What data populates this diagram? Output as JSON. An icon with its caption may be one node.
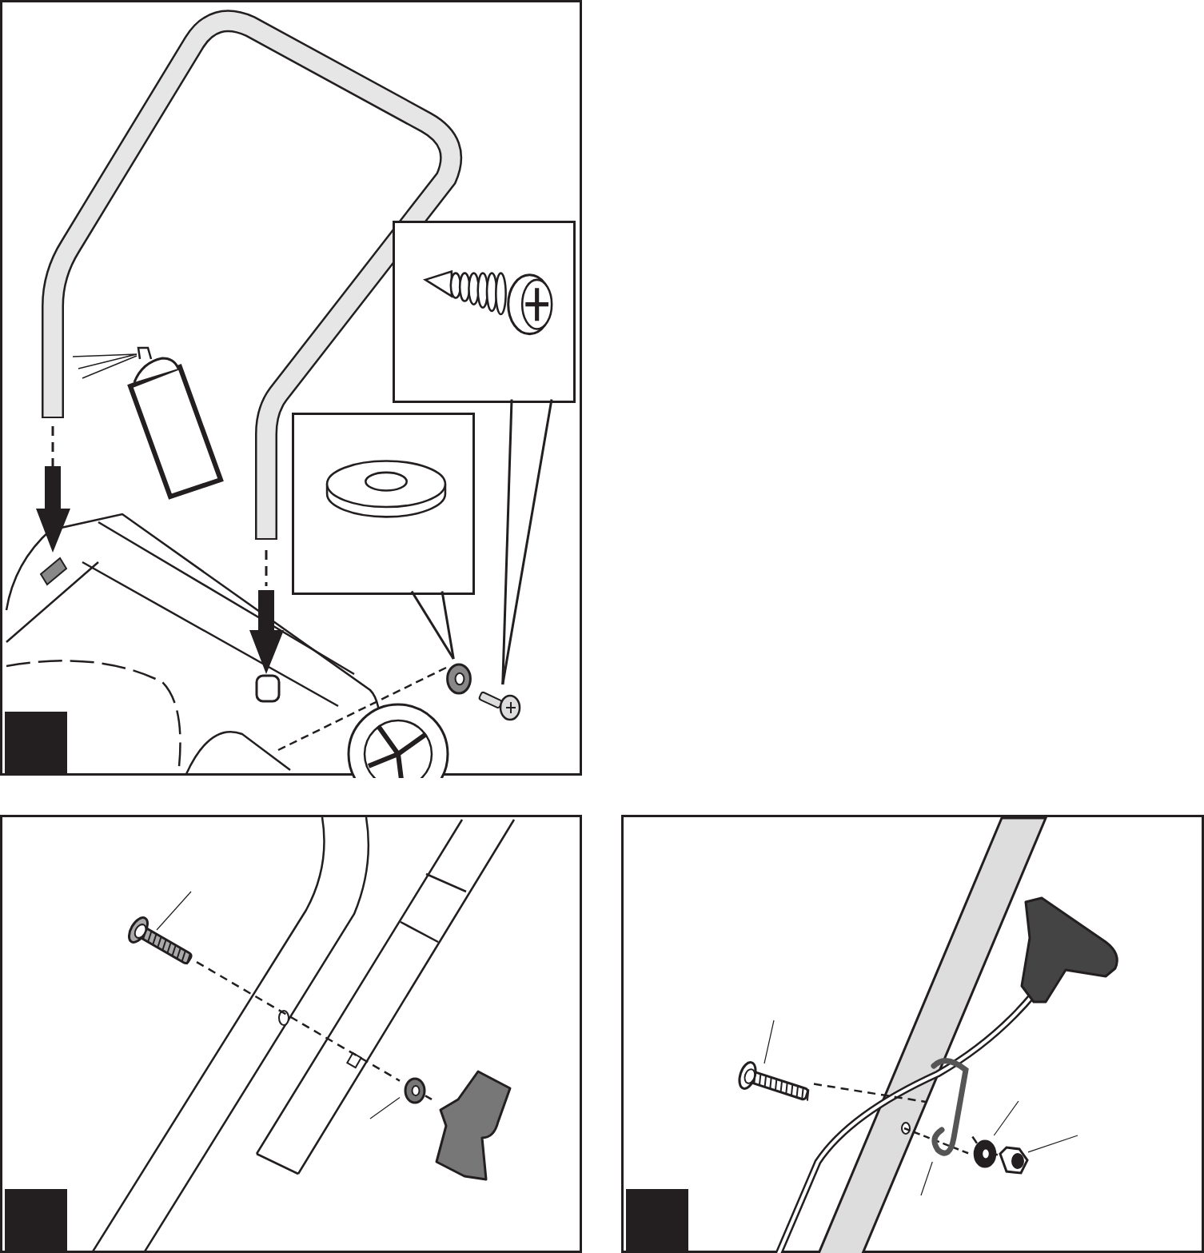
{
  "diagram": {
    "nodes": [
      {
        "text": [],
        "shape": "box"
      },
      {
        "text": [],
        "shape": "box",
        "in": 0
      },
      {
        "text": [],
        "shape": "box",
        "in": 0
      },
      {
        "text": [],
        "shape": "picture",
        "in": 0
      },
      {
        "text": [],
        "shape": "picture",
        "in": 0
      },
      {
        "text": [],
        "shape": "box"
      },
      {
        "text": [],
        "shape": "picture",
        "in": 5
      },
      {
        "text": [],
        "shape": "picture",
        "in": 5
      },
      {
        "text": [],
        "shape": "picture",
        "in": 5
      },
      {
        "text": [],
        "shape": "box"
      },
      {
        "text": [],
        "shape": "picture",
        "in": 9
      },
      {
        "text": [],
        "shape": "picture",
        "in": 9
      },
      {
        "text": [],
        "shape": "picture",
        "in": 9
      },
      {
        "text": [],
        "shape": "picture",
        "in": 9
      },
      {
        "text": [],
        "shape": "box",
        "in": 0
      },
      {
        "text": [],
        "shape": "box",
        "in": 5
      },
      {
        "text": [],
        "shape": "box",
        "in": 9
      }
    ],
    "edges": [
      {
        "from": 1,
        "to": 4,
        "arrow": "none"
      },
      {
        "from": 2,
        "to": 3,
        "arrow": "none"
      },
      {
        "from": null,
        "to": 6,
        "arrow": "none"
      },
      {
        "from": null,
        "to": 7,
        "arrow": "none"
      },
      {
        "from": 6,
        "to": 7,
        "arrow": "none",
        "style": "dashed"
      },
      {
        "from": 7,
        "to": 8,
        "arrow": "none",
        "style": "dashed"
      },
      {
        "from": null,
        "to": 10,
        "arrow": "none"
      },
      {
        "from": null,
        "to": 11,
        "arrow": "none"
      },
      {
        "from": null,
        "to": 12,
        "arrow": "none"
      },
      {
        "from": null,
        "to": 13,
        "arrow": "none"
      },
      {
        "from": 10,
        "to": 11,
        "arrow": "none",
        "style": "dashed"
      },
      {
        "from": 11,
        "to": 12,
        "arrow": "none",
        "style": "dashed"
      },
      {
        "from": 12,
        "to": 13,
        "arrow": "none",
        "style": "dashed"
      }
    ]
  }
}
